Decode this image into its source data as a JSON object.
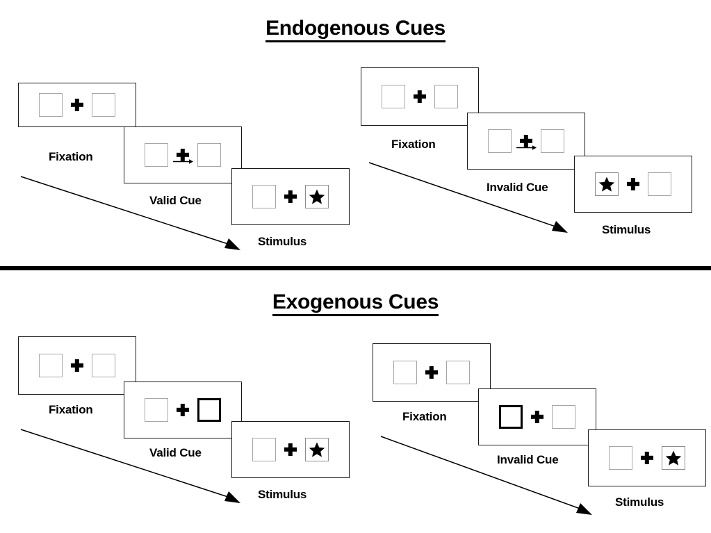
{
  "sections": [
    {
      "id": "endogenous",
      "title": "Endogenous Cues",
      "sequences": [
        {
          "id": "endogenous-valid",
          "condition": "valid",
          "frames": [
            {
              "caption": "Fixation",
              "cue": "none",
              "cue_side": null,
              "stimulus_side": null
            },
            {
              "caption": "Valid Cue",
              "cue": "arrow",
              "cue_side": "right",
              "stimulus_side": null
            },
            {
              "caption": "Stimulus",
              "cue": "none",
              "cue_side": null,
              "stimulus_side": "right"
            }
          ]
        },
        {
          "id": "endogenous-invalid",
          "condition": "invalid",
          "frames": [
            {
              "caption": "Fixation",
              "cue": "none",
              "cue_side": null,
              "stimulus_side": null
            },
            {
              "caption": "Invalid Cue",
              "cue": "arrow",
              "cue_side": "right",
              "stimulus_side": null
            },
            {
              "caption": "Stimulus",
              "cue": "none",
              "cue_side": null,
              "stimulus_side": "left"
            }
          ]
        }
      ]
    },
    {
      "id": "exogenous",
      "title": "Exogenous Cues",
      "sequences": [
        {
          "id": "exogenous-valid",
          "condition": "valid",
          "frames": [
            {
              "caption": "Fixation",
              "cue": "none",
              "cue_side": null,
              "stimulus_side": null
            },
            {
              "caption": "Valid Cue",
              "cue": "box-flash",
              "cue_side": "right",
              "stimulus_side": null
            },
            {
              "caption": "Stimulus",
              "cue": "none",
              "cue_side": null,
              "stimulus_side": "right"
            }
          ]
        },
        {
          "id": "exogenous-invalid",
          "condition": "invalid",
          "frames": [
            {
              "caption": "Fixation",
              "cue": "none",
              "cue_side": null,
              "stimulus_side": null
            },
            {
              "caption": "Invalid Cue",
              "cue": "box-flash",
              "cue_side": "left",
              "stimulus_side": null
            },
            {
              "caption": "Stimulus",
              "cue": "none",
              "cue_side": null,
              "stimulus_side": "right"
            }
          ]
        }
      ]
    }
  ],
  "icons": {
    "fixation_cross": "plus-icon",
    "star_stimulus": "star-icon",
    "directional_cue": "arrow-right-icon",
    "time_flow": "diagonal-arrow-icon"
  },
  "colors": {
    "ink": "#000000",
    "panel_border": "#1a1a1a",
    "box_border": "#a6a6a6",
    "cue_box_border": "#000000",
    "background": "#ffffff",
    "divider": "#000000"
  },
  "captions": {
    "fixation": "Fixation",
    "valid_cue": "Valid Cue",
    "invalid_cue": "Invalid Cue",
    "stimulus": "Stimulus"
  }
}
